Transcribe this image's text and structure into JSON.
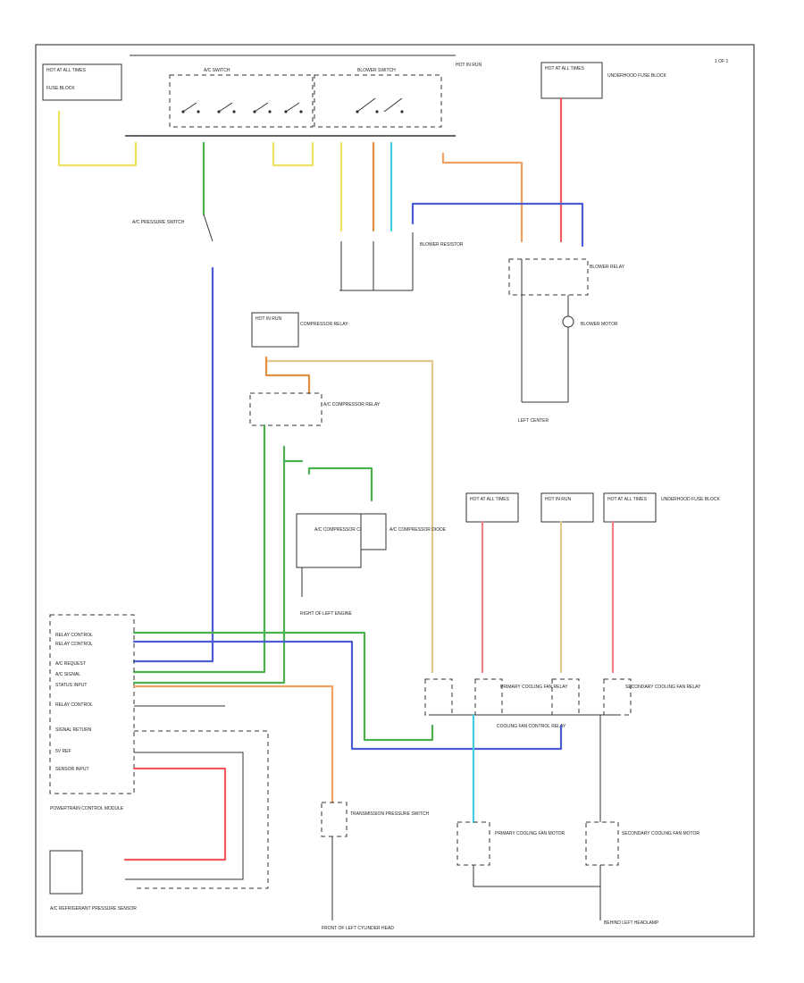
{
  "diagram": {
    "corner_label": "1 OF 1",
    "footer_mark": "",
    "labels": {
      "hot_run_tl": "HOT AT ALL TIMES",
      "fuse_box_tl": "FUSE BLOCK",
      "ac_switch_group": "A/C SWITCH",
      "blower_switch": "BLOWER SWITCH",
      "hot_run_center": "HOT IN RUN",
      "hot_run_tr": "HOT AT ALL TIMES",
      "underhood_tr": "UNDERHOOD FUSE BLOCK",
      "pressure_switch": "A/C PRESSURE SWITCH",
      "blower_resistor": "BLOWER RESISTOR",
      "blower_relay": "BLOWER RELAY",
      "blower_motor": "BLOWER MOTOR",
      "compressor_fuse": "COMPRESSOR RELAY",
      "hot_run_mid": "HOT IN RUN",
      "compressor_relay": "A/C COMPRESSOR RELAY",
      "compressor_clutch": "A/C COMPRESSOR CLUTCH",
      "compressor_diode": "A/C COMPRESSOR DIODE",
      "ground_left_mid": "LEFT CENTER",
      "ground_compressor": "RIGHT OF LEFT ENGINE",
      "fuse_pair_1": "HOT AT ALL TIMES",
      "fuse_pair_2": "HOT IN RUN",
      "fuse_pair_3": "HOT AT ALL TIMES",
      "fuse_pair_right": "UNDERHOOD FUSE BLOCK",
      "fan_relay_1": "PRIMARY COOLING FAN RELAY",
      "fan_relay_2": "COOLING FAN CONTROL RELAY",
      "fan_relay_3": "SECONDARY COOLING FAN RELAY",
      "pcm": "POWERTRAIN CONTROL MODULE",
      "pcm_pins": [
        "RELAY CONTROL",
        "RELAY CONTROL",
        "A/C REQUEST",
        "A/C SIGNAL",
        "STATUS INPUT",
        "RELAY CONTROL",
        "SIGNAL RETURN",
        "5V REF",
        "SENSOR INPUT"
      ],
      "refrig_sensor": "A/C REFRIGERANT PRESSURE SENSOR",
      "trans_switch": "TRANSMISSION PRESSURE SWITCH",
      "ground_bottom": "FRONT OF LEFT CYLINDER HEAD",
      "primary_fan": "PRIMARY COOLING FAN MOTOR",
      "secondary_fan": "SECONDARY COOLING FAN MOTOR",
      "ground_right_bottom": "BEHIND LEFT HEADLAMP"
    },
    "colors": {
      "yellow": "#f0e060",
      "green": "#4caf50",
      "blue": "#4a5cd6",
      "orange": "#f0a060",
      "red": "#f05a5a",
      "pink": "#f08080",
      "cyan": "#40d0e0",
      "tan": "#e0c890",
      "dark_orange": "#e09040",
      "black": "#333333"
    }
  }
}
